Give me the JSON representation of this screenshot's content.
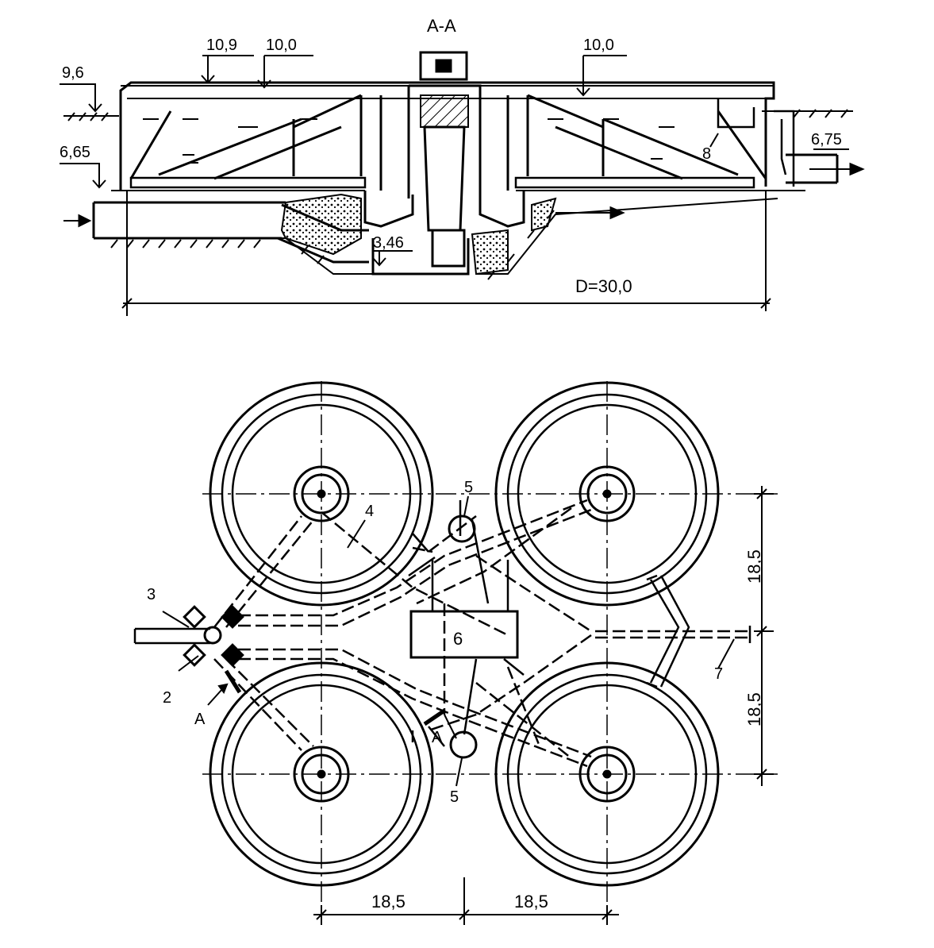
{
  "section": {
    "title": "А-А",
    "elev_10_9": "10,9",
    "elev_10_0_left": "10,0",
    "elev_10_0_right": "10,0",
    "elev_9_6": "9,6",
    "elev_6_65": "6,65",
    "elev_6_75": "6,75",
    "elev_3_46": "3,46",
    "label_8": "8",
    "diameter": "D=30,0"
  },
  "plan": {
    "label_2": "2",
    "label_3": "3",
    "label_4": "4",
    "label_5_top": "5",
    "label_5_bottom": "5",
    "label_6": "6",
    "label_7": "7",
    "cut_a_left": "А",
    "cut_a_center": "А",
    "dim_v_top": "18,5",
    "dim_v_bottom": "18,5",
    "dim_h_left": "18,5",
    "dim_h_right": "18,5"
  }
}
